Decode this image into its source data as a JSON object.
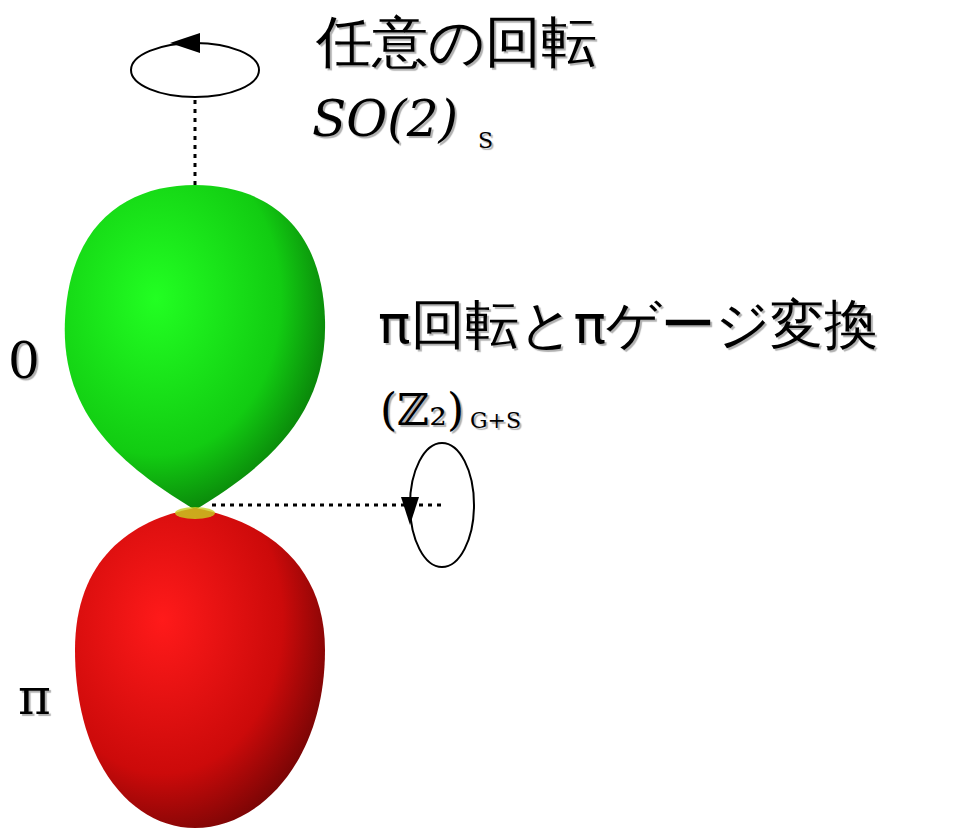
{
  "diagram": {
    "labels": [
      "任意の回転",
      "SO(2)",
      "S",
      "0",
      "π回転とπゲージ変換",
      "(ℤ₂)",
      "G+S",
      "π"
    ]
  }
}
